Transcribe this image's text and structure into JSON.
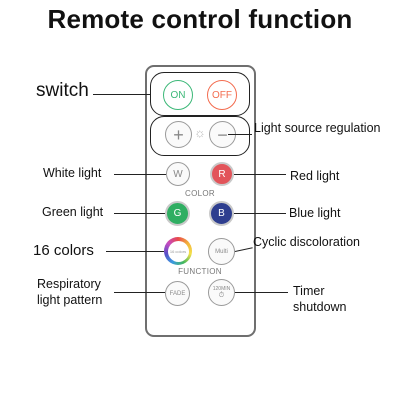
{
  "title": "Remote control function",
  "labels": {
    "switch": "switch",
    "light_source_regulation": "Light source regulation",
    "white_light": "White light",
    "red_light": "Red light",
    "green_light": "Green light",
    "blue_light": "Blue light",
    "sixteen_colors": "16 colors",
    "cyclic_discoloration": "Cyclic discoloration",
    "respiratory_line1": "Respiratory",
    "respiratory_line2": "light pattern",
    "timer_line1": "Timer",
    "timer_line2": "shutdown"
  },
  "remote": {
    "on": "ON",
    "off": "OFF",
    "plus": "+",
    "minus": "−",
    "brightness_icon": "☼",
    "w": "W",
    "r": "R",
    "g": "G",
    "b": "B",
    "color_caption": "COLOR",
    "function_caption": "FUNCTION",
    "sixteen_btn": "16 colors",
    "multi": "Multi",
    "fade": "FADE",
    "timer_btn": "120MIN"
  },
  "colors": {
    "on_green": "#3cb878",
    "off_orange": "#f36c4f",
    "red_button": "#e2545a",
    "green_button": "#2fae62",
    "blue_button": "#2e3e8f"
  }
}
